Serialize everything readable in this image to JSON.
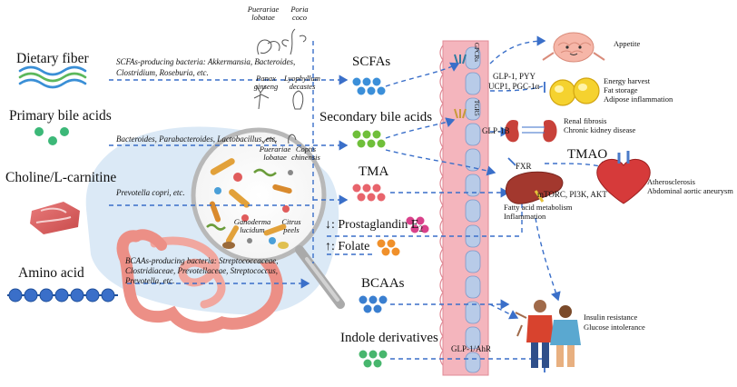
{
  "diet": {
    "dietary_fiber": "Dietary fiber",
    "primary_bile_acids": "Primary bile acids",
    "choline_carnitine": "Choline/L-carnitine",
    "amino_acid": "Amino acid"
  },
  "bacteria": {
    "scfa_producers": "SCFAs-producing bacteria: Akkermansia, Bacteroides, Clostridium, Roseburia, etc.",
    "bile_acid_bacteria": "Bacteroides, Parabacteroides, Lactobacillus, etc.",
    "tma_bacteria": "Prevotella copri, etc.",
    "bcaa_producers": "BCAAs-producing bacteria: Streptococcaceae, Clostridiaceae, Prevotellaceae, Streptococcus, Prevotella, etc."
  },
  "herbs": {
    "pueraria_top": "Puerariae lobatae",
    "poria": "Poria coco",
    "panax": "Panax ginseng",
    "lyophyllum": "Lyophyllum decastes",
    "pueraria_lens": "Puerariae lobatae",
    "coptis": "Coptis chinensis",
    "ganoderma": "Ganoderma lucidum",
    "citrus": "Citrus peels"
  },
  "metabolites": {
    "scfas": "SCFAs",
    "secondary_bile_acids": "Secondary bile acids",
    "tma": "TMA",
    "tmao": "TMAO",
    "prostaglandin": "↓: Prostaglandin E",
    "prostaglandin_sub": "2",
    "folate": "↑: Folate",
    "bcaas": "BCAAs",
    "indole": "Indole derivatives"
  },
  "receptors": {
    "gpcrs": "GPCRs",
    "tgr5": "TGR5",
    "glp1_pyy": "GLP-1, PYY",
    "ucp1": "UCP1, PGC-1α",
    "glp1b": "GLP-1B",
    "fxr": "FXR",
    "mtorc": "mTORC, PI3K, AKT",
    "glp1_ahr": "GLP-1/AhR"
  },
  "outcomes": {
    "appetite": "Appetite",
    "energy": "Energy harvest",
    "fat_storage": "Fat storage",
    "adipose": "Adipose inflammation",
    "renal": "Renal fibrosis",
    "ckd": "Chronic kidney disease",
    "athero": "Atherosclerosis",
    "aaa": "Abdominal aortic aneurysm",
    "fatty_acid": "Fatty acid metabolism",
    "inflammation": "Inflammation",
    "insulin": "Insulin resistance",
    "glucose": "Glucose intolerance"
  },
  "colors": {
    "fiber_wave": "#3a8fd6",
    "fiber_wave_green": "#5cb85c",
    "bile_dot": "#3cb878",
    "scfa_dot": "#3b8fd9",
    "sba_dot": "#6fbf3a",
    "tma_dot": "#e8646c",
    "prostaglandin_dot": "#d9418a",
    "folate_dot": "#f0902a",
    "bcaa_dot": "#3a7fd0",
    "indole_dot": "#47b66d",
    "intestine_wall": "#f4b5bd",
    "villus_cell": "#b8cbe8",
    "arrow": "#3a6fc9",
    "gut_background": "#dbe9f6",
    "colon": "#ec8f86"
  }
}
